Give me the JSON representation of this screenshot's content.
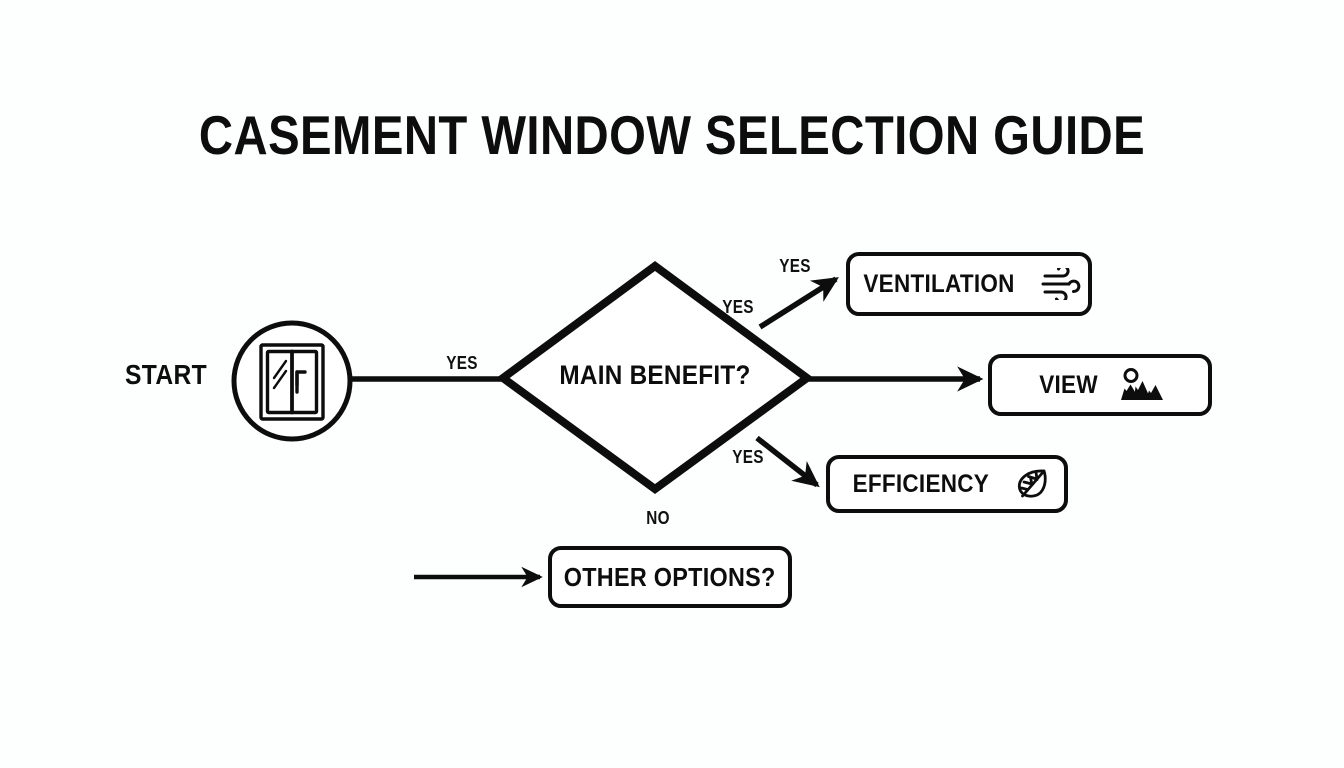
{
  "page": {
    "title": "CASEMENT WINDOW SELECTION GUIDE",
    "background_color": "#fdfefe",
    "ink_color": "#0d0d0d",
    "type": "flowchart"
  },
  "start": {
    "label": "START",
    "icon": "casement-window-icon"
  },
  "decision": {
    "label": "MAIN BENEFIT?",
    "shape": "diamond"
  },
  "edges": [
    {
      "id": "start-to-decision",
      "label": "YES",
      "from": "start",
      "to": "decision"
    },
    {
      "id": "decision-to-ventilation-a",
      "label": "YES",
      "from": "decision",
      "to": "ventilation"
    },
    {
      "id": "decision-to-ventilation-b",
      "label": "YES",
      "from": "decision",
      "to": "ventilation"
    },
    {
      "id": "decision-to-efficiency",
      "label": "YES",
      "from": "decision",
      "to": "efficiency"
    },
    {
      "id": "decision-to-other-options",
      "label": "NO",
      "from": "decision",
      "to": "other_options"
    }
  ],
  "outcomes": [
    {
      "id": "ventilation",
      "label": "VENTILATION",
      "icon": "wind-icon"
    },
    {
      "id": "view",
      "label": "VIEW",
      "icon": "mountain-sun-icon"
    },
    {
      "id": "efficiency",
      "label": "EFFICIENCY",
      "icon": "leaf-icon"
    },
    {
      "id": "other_options",
      "label": "OTHER OPTIONS?",
      "icon": "none"
    }
  ]
}
